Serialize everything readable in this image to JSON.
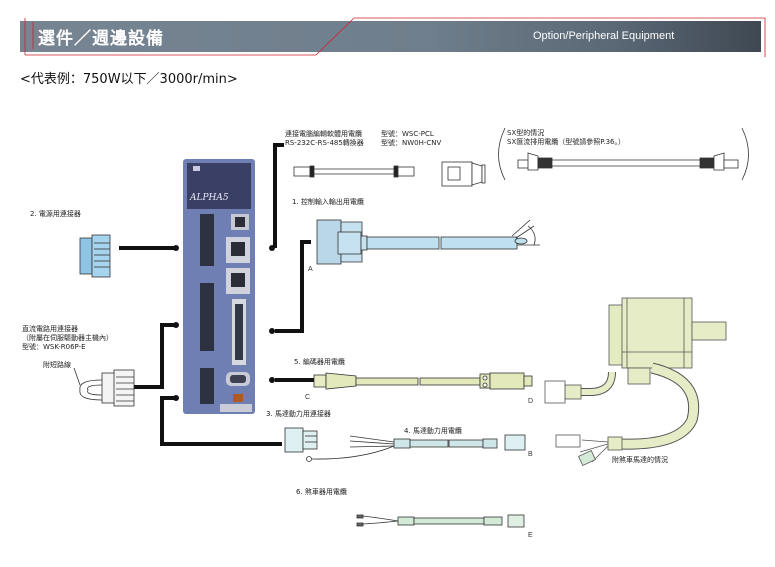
{
  "header": {
    "title": "選件／週邊設備",
    "subtitle_en": "Option/Peripheral Equipment",
    "accent_color": "#d0202a"
  },
  "example_caption": "<代表例：750W以下／3000r/min>",
  "drive": {
    "brand_label": "ALPHA5"
  },
  "top_cable": {
    "line1_left": "連接電腦編輯軟體用電纜",
    "line2_left": "RS-232C-RS-485轉換器",
    "line1_right": "型號：WSC-PCL",
    "line2_right": "型號：NW0H-CNV"
  },
  "sx_note": {
    "line1": "SX型的情況",
    "line2": "SX匯流排用電纜（型號請參照P.36。）"
  },
  "items": [
    {
      "id": "1",
      "label": "1. 控制輸入輸出用電纜"
    },
    {
      "id": "2",
      "label": "2. 電源用連接器"
    },
    {
      "id": "3",
      "label": "3. 馬達動力用連接器"
    },
    {
      "id": "4",
      "label": "4. 馬達動力用電纜"
    },
    {
      "id": "5",
      "label": "5. 編碼器用電纜"
    },
    {
      "id": "6",
      "label": "6. 煞車器用電纜"
    }
  ],
  "dc_connector": {
    "line1": "直流電路用連接器",
    "line2": "（附屬在伺服驅動器主機內）",
    "line3": "型號：WSK-R06P-E",
    "short_wire": "附短路線"
  },
  "brake_motor_note": "附煞車馬達的情況",
  "point_letters": [
    "A",
    "B",
    "C",
    "D",
    "E"
  ]
}
